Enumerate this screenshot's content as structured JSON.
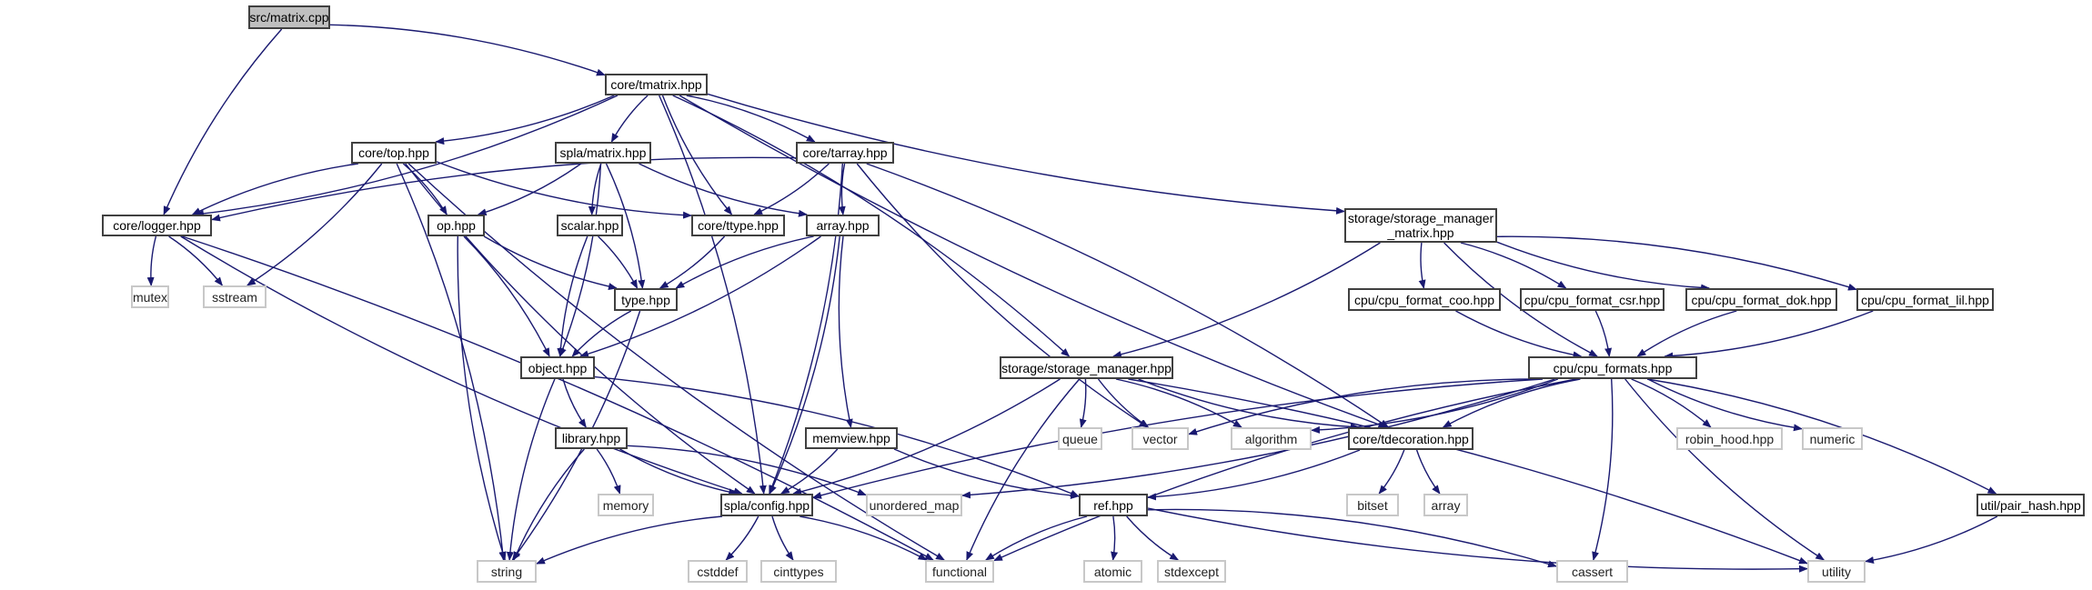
{
  "title": "Include dependency graph for src/matrix.cpp",
  "colors": {
    "edge": "#191970",
    "file_border": "#404040",
    "ext_border": "#c8c8c8",
    "root_fill": "#bfbfbf"
  },
  "nodes": [
    {
      "id": "matrix_cpp",
      "label": "src/matrix.cpp",
      "kind": "root"
    },
    {
      "id": "tmatrix",
      "label": "core/tmatrix.hpp",
      "kind": "file"
    },
    {
      "id": "top",
      "label": "core/top.hpp",
      "kind": "file"
    },
    {
      "id": "spla_matrix",
      "label": "spla/matrix.hpp",
      "kind": "file"
    },
    {
      "id": "tarray",
      "label": "core/tarray.hpp",
      "kind": "file"
    },
    {
      "id": "smm",
      "label": "storage/storage_manager\n_matrix.hpp",
      "kind": "file"
    },
    {
      "id": "logger",
      "label": "core/logger.hpp",
      "kind": "file"
    },
    {
      "id": "op",
      "label": "op.hpp",
      "kind": "file"
    },
    {
      "id": "scalar",
      "label": "scalar.hpp",
      "kind": "file"
    },
    {
      "id": "ttype",
      "label": "core/ttype.hpp",
      "kind": "file"
    },
    {
      "id": "array_hpp",
      "label": "array.hpp",
      "kind": "file"
    },
    {
      "id": "mutex",
      "label": "mutex",
      "kind": "ext"
    },
    {
      "id": "sstream",
      "label": "sstream",
      "kind": "ext"
    },
    {
      "id": "type",
      "label": "type.hpp",
      "kind": "file"
    },
    {
      "id": "coo",
      "label": "cpu/cpu_format_coo.hpp",
      "kind": "file"
    },
    {
      "id": "csr",
      "label": "cpu/cpu_format_csr.hpp",
      "kind": "file"
    },
    {
      "id": "dok",
      "label": "cpu/cpu_format_dok.hpp",
      "kind": "file"
    },
    {
      "id": "lil",
      "label": "cpu/cpu_format_lil.hpp",
      "kind": "file"
    },
    {
      "id": "object",
      "label": "object.hpp",
      "kind": "file"
    },
    {
      "id": "sm",
      "label": "storage/storage_manager.hpp",
      "kind": "file"
    },
    {
      "id": "formats",
      "label": "cpu/cpu_formats.hpp",
      "kind": "file"
    },
    {
      "id": "library",
      "label": "library.hpp",
      "kind": "file"
    },
    {
      "id": "memview",
      "label": "memview.hpp",
      "kind": "file"
    },
    {
      "id": "queue",
      "label": "queue",
      "kind": "ext"
    },
    {
      "id": "vector",
      "label": "vector",
      "kind": "ext"
    },
    {
      "id": "algorithm",
      "label": "algorithm",
      "kind": "ext"
    },
    {
      "id": "tdecoration",
      "label": "core/tdecoration.hpp",
      "kind": "file"
    },
    {
      "id": "robin_hood",
      "label": "robin_hood.hpp",
      "kind": "ext"
    },
    {
      "id": "numeric",
      "label": "numeric",
      "kind": "ext"
    },
    {
      "id": "memory",
      "label": "memory",
      "kind": "ext"
    },
    {
      "id": "config",
      "label": "spla/config.hpp",
      "kind": "file"
    },
    {
      "id": "unordered_map",
      "label": "unordered_map",
      "kind": "ext"
    },
    {
      "id": "ref",
      "label": "ref.hpp",
      "kind": "file"
    },
    {
      "id": "bitset",
      "label": "bitset",
      "kind": "ext"
    },
    {
      "id": "std_array",
      "label": "array",
      "kind": "ext"
    },
    {
      "id": "pair_hash",
      "label": "util/pair_hash.hpp",
      "kind": "file"
    },
    {
      "id": "string",
      "label": "string",
      "kind": "ext"
    },
    {
      "id": "cstddef",
      "label": "cstddef",
      "kind": "ext"
    },
    {
      "id": "cinttypes",
      "label": "cinttypes",
      "kind": "ext"
    },
    {
      "id": "functional",
      "label": "functional",
      "kind": "ext"
    },
    {
      "id": "atomic",
      "label": "atomic",
      "kind": "ext"
    },
    {
      "id": "stdexcept",
      "label": "stdexcept",
      "kind": "ext"
    },
    {
      "id": "cassert",
      "label": "cassert",
      "kind": "ext"
    },
    {
      "id": "utility",
      "label": "utility",
      "kind": "ext"
    }
  ],
  "edges": [
    [
      "matrix_cpp",
      "tmatrix"
    ],
    [
      "matrix_cpp",
      "logger"
    ],
    [
      "tmatrix",
      "top"
    ],
    [
      "tmatrix",
      "spla_matrix"
    ],
    [
      "tmatrix",
      "tarray"
    ],
    [
      "tmatrix",
      "smm"
    ],
    [
      "tmatrix",
      "logger"
    ],
    [
      "tmatrix",
      "ttype"
    ],
    [
      "tmatrix",
      "sm"
    ],
    [
      "tmatrix",
      "tdecoration"
    ],
    [
      "tmatrix",
      "config"
    ],
    [
      "top",
      "logger"
    ],
    [
      "top",
      "op"
    ],
    [
      "top",
      "ttype"
    ],
    [
      "top",
      "sstream"
    ],
    [
      "top",
      "config"
    ],
    [
      "top",
      "string"
    ],
    [
      "top",
      "functional"
    ],
    [
      "spla_matrix",
      "op"
    ],
    [
      "spla_matrix",
      "scalar"
    ],
    [
      "spla_matrix",
      "type"
    ],
    [
      "spla_matrix",
      "array_hpp"
    ],
    [
      "spla_matrix",
      "object"
    ],
    [
      "tarray",
      "logger"
    ],
    [
      "tarray",
      "ttype"
    ],
    [
      "tarray",
      "array_hpp"
    ],
    [
      "tarray",
      "config"
    ],
    [
      "tarray",
      "vector"
    ],
    [
      "tarray",
      "tdecoration"
    ],
    [
      "smm",
      "coo"
    ],
    [
      "smm",
      "csr"
    ],
    [
      "smm",
      "dok"
    ],
    [
      "smm",
      "lil"
    ],
    [
      "smm",
      "formats"
    ],
    [
      "smm",
      "sm"
    ],
    [
      "logger",
      "mutex"
    ],
    [
      "logger",
      "sstream"
    ],
    [
      "logger",
      "config"
    ],
    [
      "logger",
      "functional"
    ],
    [
      "op",
      "type"
    ],
    [
      "op",
      "object"
    ],
    [
      "op",
      "string"
    ],
    [
      "scalar",
      "type"
    ],
    [
      "scalar",
      "object"
    ],
    [
      "ttype",
      "type"
    ],
    [
      "array_hpp",
      "type"
    ],
    [
      "array_hpp",
      "object"
    ],
    [
      "array_hpp",
      "memview"
    ],
    [
      "array_hpp",
      "config"
    ],
    [
      "type",
      "object"
    ],
    [
      "type",
      "string"
    ],
    [
      "coo",
      "formats"
    ],
    [
      "csr",
      "formats"
    ],
    [
      "dok",
      "formats"
    ],
    [
      "lil",
      "formats"
    ],
    [
      "object",
      "library"
    ],
    [
      "object",
      "ref"
    ],
    [
      "object",
      "string"
    ],
    [
      "sm",
      "queue"
    ],
    [
      "sm",
      "vector"
    ],
    [
      "sm",
      "algorithm"
    ],
    [
      "sm",
      "tdecoration"
    ],
    [
      "sm",
      "config"
    ],
    [
      "sm",
      "functional"
    ],
    [
      "sm",
      "utility"
    ],
    [
      "formats",
      "vector"
    ],
    [
      "formats",
      "algorithm"
    ],
    [
      "formats",
      "tdecoration"
    ],
    [
      "formats",
      "robin_hood"
    ],
    [
      "formats",
      "numeric"
    ],
    [
      "formats",
      "pair_hash"
    ],
    [
      "formats",
      "config"
    ],
    [
      "formats",
      "unordered_map"
    ],
    [
      "formats",
      "functional"
    ],
    [
      "formats",
      "cassert"
    ],
    [
      "formats",
      "utility"
    ],
    [
      "library",
      "memory"
    ],
    [
      "library",
      "config"
    ],
    [
      "library",
      "unordered_map"
    ],
    [
      "library",
      "string"
    ],
    [
      "memview",
      "config"
    ],
    [
      "memview",
      "ref"
    ],
    [
      "tdecoration",
      "bitset"
    ],
    [
      "tdecoration",
      "std_array"
    ],
    [
      "tdecoration",
      "ref"
    ],
    [
      "config",
      "string"
    ],
    [
      "config",
      "cstddef"
    ],
    [
      "config",
      "cinttypes"
    ],
    [
      "config",
      "functional"
    ],
    [
      "ref",
      "functional"
    ],
    [
      "ref",
      "atomic"
    ],
    [
      "ref",
      "stdexcept"
    ],
    [
      "ref",
      "cassert"
    ],
    [
      "ref",
      "utility"
    ],
    [
      "pair_hash",
      "utility"
    ]
  ]
}
